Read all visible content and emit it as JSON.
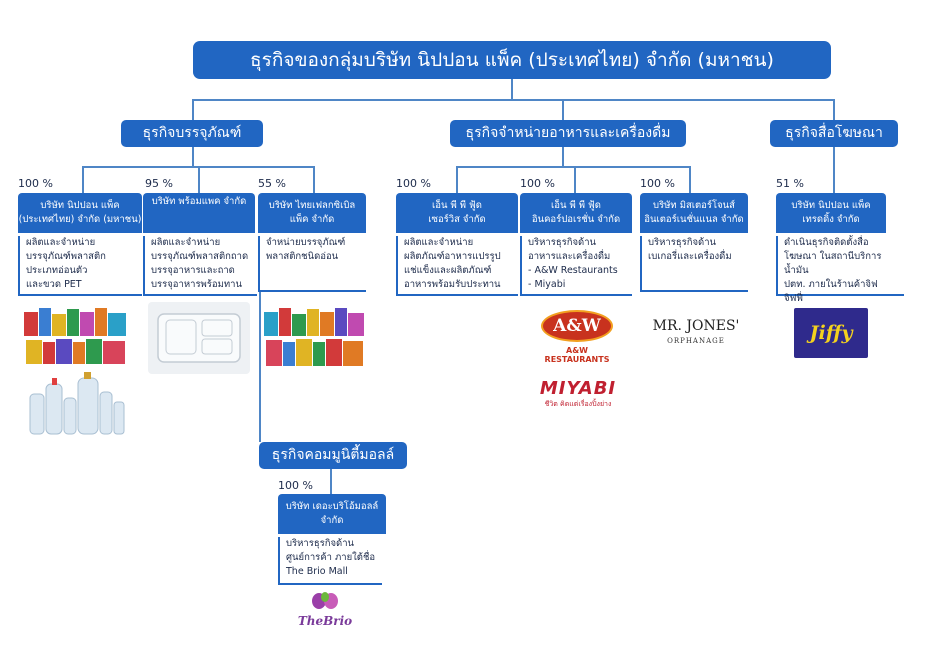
{
  "title": "ธุรกิจของกลุ่มบริษัท นิปปอน แพ็ค (ประเทศไทย) จำกัด (มหาชน)",
  "segments": {
    "packaging": "ธุรกิจบรรจุภัณฑ์",
    "food": "ธุรกิจจำหน่ายอาหารและเครื่องดื่ม",
    "media": "ธุรกิจสื่อโฆษณา",
    "mall": "ธุรกิจคอมมูนิตี้มอลล์"
  },
  "companies": [
    {
      "pct": "100 %",
      "name": [
        "บริษัท นิปปอน แพ็ค",
        "(ประเทศไทย) จำกัด (มหาชน)"
      ],
      "desc": [
        "ผลิตและจำหน่าย",
        "บรรจุภัณฑ์พลาสติก",
        "ประเภทอ่อนตัว",
        "และขวด PET"
      ]
    },
    {
      "pct": "95 %",
      "name": [
        "บริษัท พร้อมแพค จำกัด"
      ],
      "desc": [
        "ผลิตและจำหน่าย",
        "บรรจุภัณฑ์พลาสติกถาด",
        "บรรจุอาหารและถาด",
        "บรรจุอาหารพร้อมทาน"
      ]
    },
    {
      "pct": "55 %",
      "name": [
        "บริษัท ไทยเฟลกซิเบิล",
        "แพ็ค จำกัด"
      ],
      "desc": [
        "จำหน่ายบรรจุภัณฑ์",
        "พลาสติกชนิดอ่อน"
      ]
    },
    {
      "pct": "100 %",
      "name": [
        "เอ็น พี พี ฟู้ด",
        "เซอร์วิส จำกัด"
      ],
      "desc": [
        "ผลิตและจำหน่าย",
        "ผลิตภัณฑ์อาหารแปรรูป",
        "แช่แข็งและผลิตภัณฑ์",
        "อาหารพร้อมรับประทาน"
      ]
    },
    {
      "pct": "100 %",
      "name": [
        "เอ็น พี พี ฟู้ด",
        "อินคอร์ปอเรชั่น จำกัด"
      ],
      "desc": [
        "บริหารธุรกิจด้าน",
        "อาหารและเครื่องดื่ม",
        "- A&W Restaurants",
        "- Miyabi"
      ]
    },
    {
      "pct": "100 %",
      "name": [
        "บริษัท มิสเตอร์โจนส์",
        "อินเตอร์เนชั่นแนล จำกัด"
      ],
      "desc": [
        "บริหารธุรกิจด้าน",
        "เบเกอรี่และเครื่องดื่ม"
      ]
    },
    {
      "pct": "51 %",
      "name": [
        "บริษัท นิปปอน แพ็ค",
        "เทรดดิ้ง จำกัด"
      ],
      "desc": [
        "ดำเนินธุรกิจติดตั้งสื่อ",
        "โฆษณา ในสถานีบริการน้ำมัน",
        "ปตท. ภายในร้านค้าจิฟ",
        "จิฟฟี่"
      ]
    },
    {
      "pct": "100 %",
      "name": [
        "บริษัท เดอะบริโอ้มอลล์",
        "จำกัด"
      ],
      "desc": [
        "บริหารธุรกิจด้าน",
        "ศูนย์การค้า ภายใต้ชื่อ",
        "The Brio Mall"
      ]
    }
  ],
  "logos": {
    "aw_main": "A&W",
    "aw_sub": "A&W RESTAURANTS",
    "mrjones_main": "MR. JONES'",
    "mrjones_sub": "ORPHANAGE",
    "miyabi_main": "MIYABI",
    "miyabi_sub": "ชีวิต คิดแต่เรื่องปิ้งย่าง",
    "jiffy": "Jiffy",
    "brio": "TheBrio"
  },
  "colors": {
    "primary": "#2166c2",
    "line": "#4f86c6"
  }
}
